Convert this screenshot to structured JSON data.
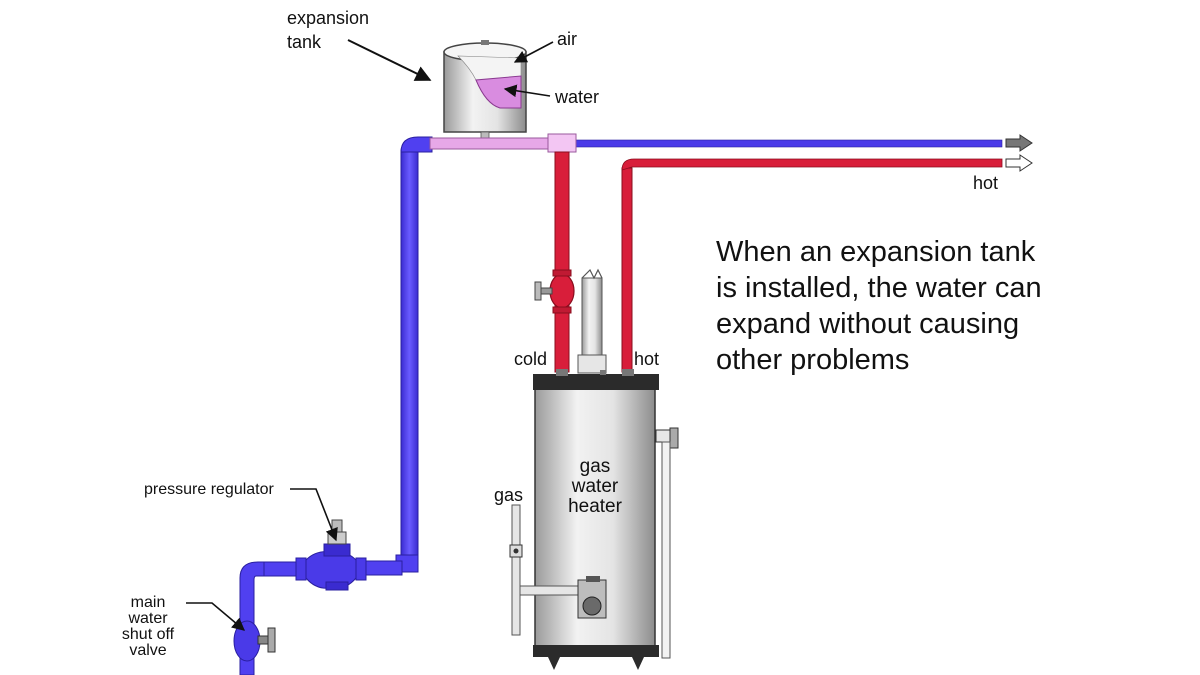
{
  "labels": {
    "expansion_tank_line1": "expansion",
    "expansion_tank_line2": "tank",
    "air": "air",
    "water": "water",
    "hot_outlet": "hot",
    "cold": "cold",
    "hot": "hot",
    "gas": "gas",
    "heater_line1": "gas",
    "heater_line2": "water",
    "heater_line3": "heater",
    "pressure_regulator": "pressure regulator",
    "shutoff_line1": "main",
    "shutoff_line2": "water",
    "shutoff_line3": "shut off",
    "shutoff_line4": "valve"
  },
  "caption": {
    "line1": "When an expansion tank",
    "line2": "is installed, the water can",
    "line3": "expand without causing",
    "line4": "other problems"
  },
  "colors": {
    "cold_pipe": "#4a3ae8",
    "hot_pipe": "#d81e3a",
    "expansion_pipe": "#e7a8e8",
    "tank_water": "#d98ce0",
    "heater_body": "#d9d9d9",
    "heater_cap": "#2b2b2b"
  }
}
